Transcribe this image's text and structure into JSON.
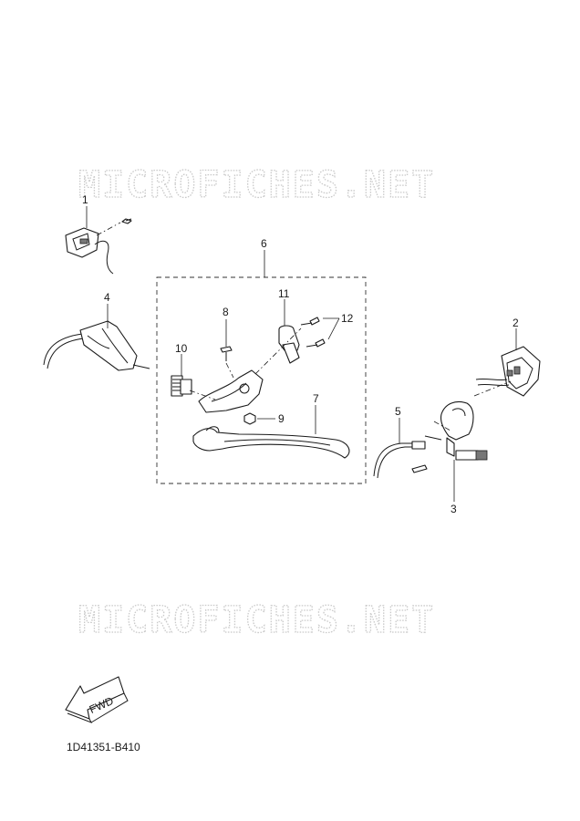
{
  "watermark": {
    "top": "MICROFICHES.NET",
    "bottom": "MICROFICHES.NET"
  },
  "callouts": {
    "c1": "1",
    "c2": "2",
    "c3": "3",
    "c4": "4",
    "c5": "5",
    "c6": "6",
    "c7": "7",
    "c8": "8",
    "c9": "9",
    "c10": "10",
    "c11": "11",
    "c12": "12"
  },
  "fwd_label": "FWD",
  "diagram_id": "1D41351-B410"
}
